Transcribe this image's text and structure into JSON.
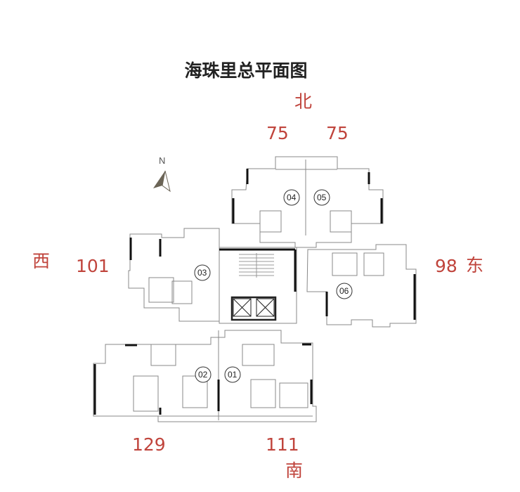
{
  "title": "海珠里总平面图",
  "compass": {
    "label": "N",
    "icon": "north-arrow-icon"
  },
  "directions": {
    "north": "北",
    "south": "南",
    "east": "东",
    "west": "西"
  },
  "distances": {
    "north_left": "75",
    "north_right": "75",
    "west": "101",
    "east": "98",
    "south_left": "129",
    "south_right": "111"
  },
  "units": [
    "01",
    "02",
    "03",
    "04",
    "05",
    "06"
  ],
  "colors": {
    "label": "#c0443c",
    "wall": "#111111",
    "line": "#888888"
  }
}
